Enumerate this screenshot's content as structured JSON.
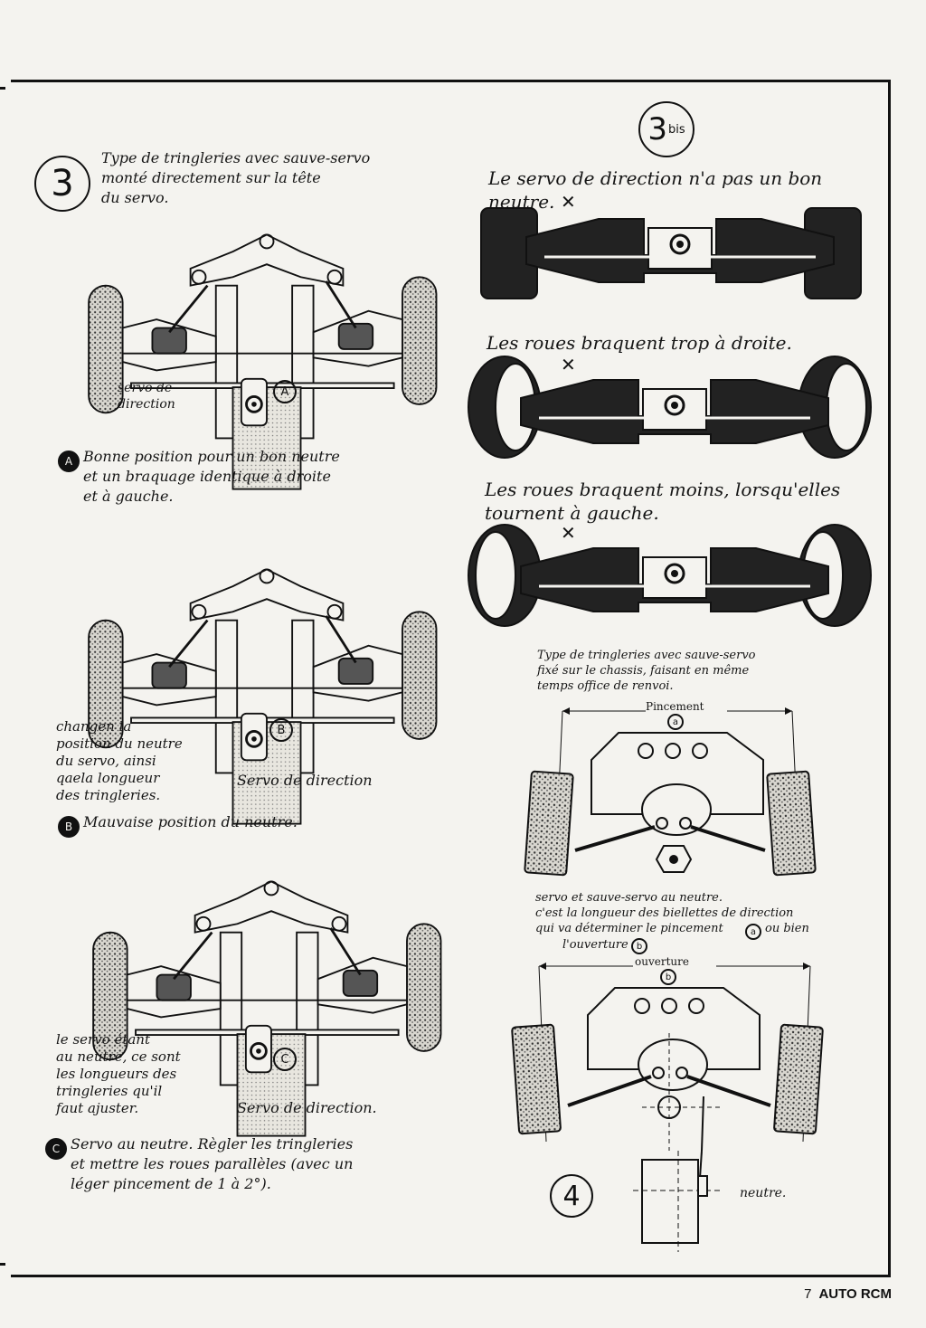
{
  "fig3": {
    "number": "3",
    "caption": "Type de tringleries avec sauve-servo\nmonté directement sur la tête\ndu servo.",
    "servo_label": "servo de\ndirection",
    "marker_a": "A",
    "note_a": "Bonne position pour un bon neutre\net un braquage identique à droite\net à gauche.",
    "marker_b": "B",
    "side_b": "changen la\nposition du neutre\ndu servo, ainsi\nqaela longueur\ndes tringleries.",
    "servo_b": "Servo de direction",
    "note_b": "Mauvaise position du neutre.",
    "marker_c": "C",
    "side_c": "le servo étant\nau neutre, ce sont\nles longueurs des\ntringleries qu'il\nfaut ajuster.",
    "servo_c": "Servo de direction.",
    "note_c": "Servo au neutre. Règler les tringleries\net mettre les roues parallèles (avec un\nléger pincement de 1 à 2°)."
  },
  "fig3bis": {
    "number": "3",
    "suffix": "bis",
    "caption1": "Le servo de direction n'a pas un bon\nneutre.",
    "caption2": "Les roues braquent trop à droite.",
    "caption3": "Les roues braquent moins, lorsqu'elles\ntournent à gauche.",
    "cross": "✕",
    "caption4": "Type de tringleries avec sauve-servo\nfixé sur le chassis, faisant en même\ntemps office de renvoi."
  },
  "fig4": {
    "pincement": "Pincement",
    "marker_a": "a",
    "note1": "servo et sauve-servo au neutre.\nc'est la longueur des biellettes de direction\nqui va déterminer le pincement",
    "ou_bien": "ou bien",
    "ouverture_line": "l'ouverture",
    "marker_b": "b",
    "ouverture": "ouverture",
    "number": "4",
    "neutre": "neutre."
  },
  "footer": {
    "page": "7",
    "magazine": "AUTO RCM"
  }
}
